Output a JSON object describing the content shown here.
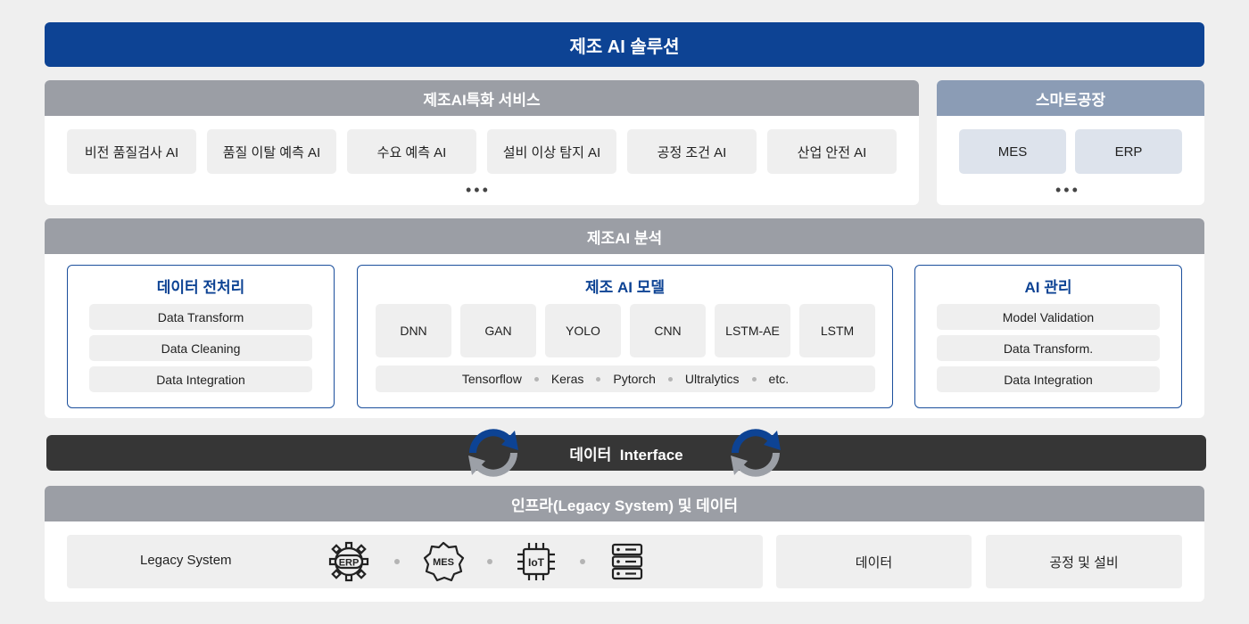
{
  "banner": {
    "title": "제조 AI 솔루션"
  },
  "services": {
    "title": "제조AI특화 서비스",
    "items": [
      "비전 품질검사 AI",
      "품질 이탈 예측 AI",
      "수요 예측 AI",
      "설비 이상 탐지 AI",
      "공정 조건 AI",
      "산업 안전 AI"
    ],
    "more": "•••"
  },
  "smart_factory": {
    "title": "스마트공장",
    "items": [
      "MES",
      "ERP"
    ],
    "more": "•••"
  },
  "analysis": {
    "title": "제조AI 분석",
    "preprocessing": {
      "title": "데이터 전처리",
      "items": [
        "Data Transform",
        "Data Cleaning",
        "Data Integration"
      ]
    },
    "models": {
      "title": "제조 AI 모델",
      "items": [
        "DNN",
        "GAN",
        "YOLO",
        "CNN",
        "LSTM-AE",
        "LSTM"
      ],
      "frameworks": [
        "Tensorflow",
        "Keras",
        "Pytorch",
        "Ultralytics",
        "etc."
      ]
    },
    "management": {
      "title": "AI 관리",
      "items": [
        "Model Validation",
        "Data Transform.",
        "Data Integration"
      ]
    }
  },
  "interface": {
    "label": "데이터  Interface"
  },
  "infra": {
    "title": "인프라(Legacy System) 및 데이터",
    "legacy_label": "Legacy System",
    "icons": [
      {
        "name": "erp-gear-icon",
        "label": "ERP"
      },
      {
        "name": "mes-badge-icon",
        "label": "MES"
      },
      {
        "name": "iot-chip-icon",
        "label": "IoT"
      },
      {
        "name": "server-icon",
        "label": ""
      }
    ],
    "data_label": "데이터",
    "process_label": "공정 및 설비"
  },
  "colors": {
    "primary": "#0d4394",
    "header_gray": "#9b9ea5",
    "header_blue": "#8b9cb5",
    "interface": "#363636"
  }
}
